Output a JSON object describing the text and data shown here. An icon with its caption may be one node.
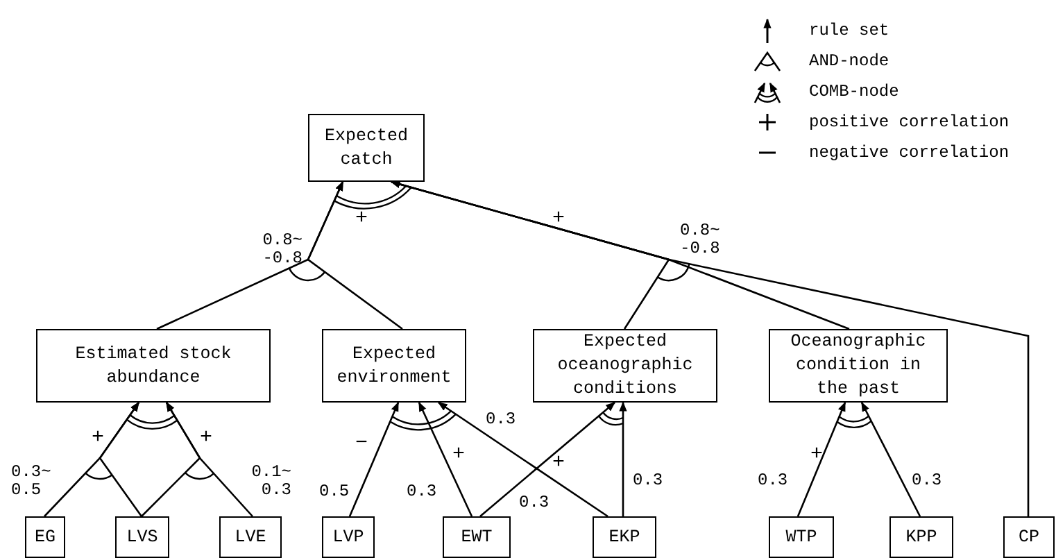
{
  "diagram": {
    "nodes": [
      {
        "text": [
          "Expected catch"
        ]
      },
      {
        "text": [
          "Estimated stock abundance"
        ]
      },
      {
        "text": [
          "Expected environment"
        ]
      },
      {
        "text": [
          "Expected oceanographic conditions"
        ]
      },
      {
        "text": [
          "Oceanographic condition in the past"
        ]
      },
      {
        "text": [
          "EG"
        ]
      },
      {
        "text": [
          "LVS"
        ]
      },
      {
        "text": [
          "LVE"
        ]
      },
      {
        "text": [
          "LVP"
        ]
      },
      {
        "text": [
          "EWT"
        ]
      },
      {
        "text": [
          "EKP"
        ]
      },
      {
        "text": [
          "WTP"
        ]
      },
      {
        "text": [
          "KPP"
        ]
      },
      {
        "text": [
          "CP"
        ]
      }
    ],
    "edges": [
      {
        "from": 1,
        "to": 0,
        "arrow": "to",
        "label": "0.8~ -0.8"
      },
      {
        "from": 2,
        "to": 0,
        "arrow": "to"
      },
      {
        "from": 3,
        "to": 0,
        "arrow": "to",
        "label": "0.8~ -0.8"
      },
      {
        "from": 4,
        "to": 0,
        "arrow": "to"
      },
      {
        "from": 13,
        "to": 0,
        "arrow": "to"
      },
      {
        "from": 5,
        "to": 1,
        "arrow": "to",
        "label": "0.3~ 0.5"
      },
      {
        "from": 6,
        "to": 1,
        "arrow": "to"
      },
      {
        "from": 6,
        "to": 1,
        "arrow": "to"
      },
      {
        "from": 7,
        "to": 1,
        "arrow": "to",
        "label": "0.1~ 0.3"
      },
      {
        "from": 8,
        "to": 2,
        "arrow": "to",
        "label": "0.5"
      },
      {
        "from": 9,
        "to": 2,
        "arrow": "to",
        "label": "0.3"
      },
      {
        "from": 10,
        "to": 2,
        "arrow": "to",
        "label": "0.3"
      },
      {
        "from": 9,
        "to": 3,
        "arrow": "to",
        "label": "0.3"
      },
      {
        "from": 10,
        "to": 3,
        "arrow": "to",
        "label": "0.3"
      },
      {
        "from": 11,
        "to": 4,
        "arrow": "to",
        "label": "0.3"
      },
      {
        "from": 12,
        "to": 4,
        "arrow": "to",
        "label": "0.3"
      }
    ],
    "labels": [
      "+",
      "+",
      "+",
      "+",
      "−",
      "+",
      "+",
      "+"
    ],
    "legend": [
      {
        "text": "rule set"
      },
      {
        "text": "AND-node"
      },
      {
        "text": "COMB-node"
      },
      {
        "text": "positive correlation"
      },
      {
        "text": "negative correlation"
      }
    ]
  }
}
